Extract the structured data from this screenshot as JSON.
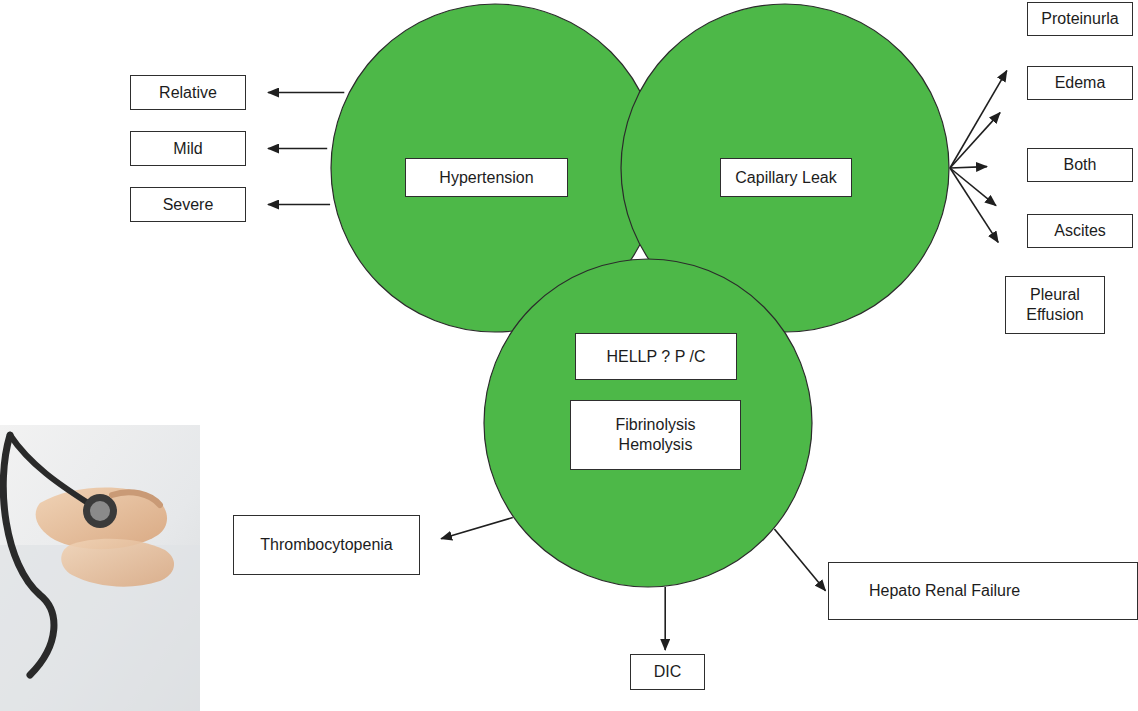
{
  "diagram": {
    "nodes": [
      {
        "text": []
      },
      {
        "text": [
          "Hypertension"
        ],
        "in": 0
      },
      {
        "text": []
      },
      {
        "text": [
          "Capillary Leak"
        ],
        "in": 2
      },
      {
        "text": [
          "Relative"
        ]
      },
      {
        "text": [
          "Mild"
        ]
      },
      {
        "text": [
          "Severe"
        ]
      },
      {
        "text": [
          "Proteinurla"
        ]
      },
      {
        "text": [
          "Edema"
        ]
      },
      {
        "text": [
          "Both"
        ]
      },
      {
        "text": [
          "Ascites"
        ]
      },
      {
        "text": [
          "Pleural Effusion"
        ]
      },
      {
        "text": []
      },
      {
        "text": [
          "HELLP ? P /C"
        ],
        "in": 12
      },
      {
        "text": [
          "Fibrinolysis Hemolysis"
        ],
        "in": 12
      },
      {
        "text": [
          "Thrombocytopenia"
        ]
      },
      {
        "text": [
          "DIC"
        ]
      },
      {
        "text": [
          "Hepato Renal Failure"
        ]
      }
    ],
    "edges": [
      {
        "from": 0,
        "to": 4,
        "arrow": "to"
      },
      {
        "from": 0,
        "to": 5,
        "arrow": "to"
      },
      {
        "from": 0,
        "to": 6,
        "arrow": "to"
      },
      {
        "from": 2,
        "to": 7,
        "arrow": "to"
      },
      {
        "from": 2,
        "to": 8,
        "arrow": "to"
      },
      {
        "from": 2,
        "to": 9,
        "arrow": "to"
      },
      {
        "from": 2,
        "to": 10,
        "arrow": "to"
      },
      {
        "from": 2,
        "to": 11,
        "arrow": "to"
      },
      {
        "from": 12,
        "to": 15,
        "arrow": "to"
      },
      {
        "from": 12,
        "to": 16,
        "arrow": "to"
      },
      {
        "from": 12,
        "to": 17,
        "arrow": "to"
      }
    ]
  }
}
